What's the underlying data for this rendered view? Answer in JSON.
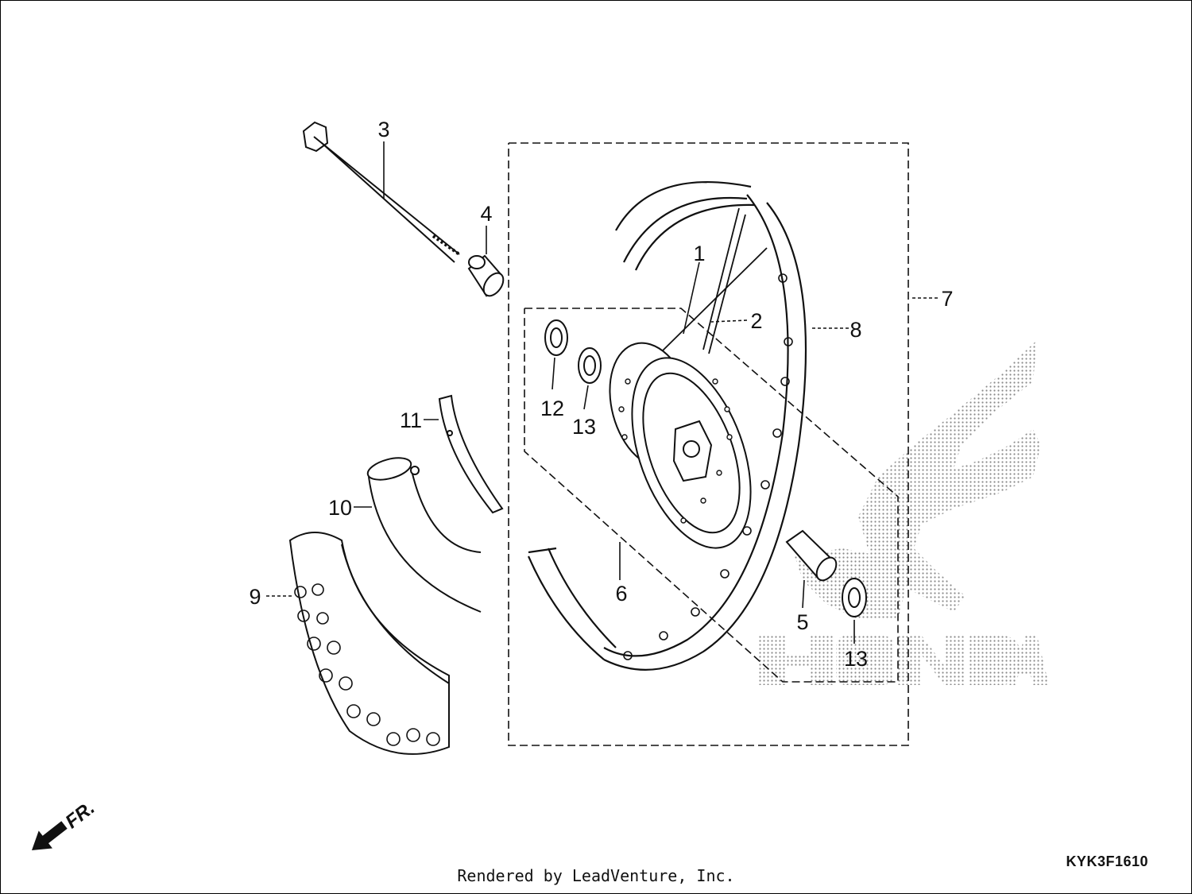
{
  "diagram": {
    "callouts": [
      {
        "id": "1",
        "label": "1"
      },
      {
        "id": "2",
        "label": "2"
      },
      {
        "id": "3",
        "label": "3"
      },
      {
        "id": "4",
        "label": "4"
      },
      {
        "id": "5",
        "label": "5"
      },
      {
        "id": "6",
        "label": "6"
      },
      {
        "id": "7",
        "label": "7"
      },
      {
        "id": "8",
        "label": "8"
      },
      {
        "id": "9",
        "label": "9"
      },
      {
        "id": "10",
        "label": "10"
      },
      {
        "id": "11",
        "label": "11"
      },
      {
        "id": "12",
        "label": "12"
      },
      {
        "id": "13a",
        "label": "13"
      },
      {
        "id": "13b",
        "label": "13"
      }
    ],
    "direction_label": "FR.",
    "watermark_brand": "HONDA",
    "diagram_code": "KYK3F1610",
    "footer_credit": "Rendered by LeadVenture, Inc."
  },
  "colors": {
    "line": "#111111",
    "watermark": "#9a9a9a",
    "background": "#ffffff"
  }
}
